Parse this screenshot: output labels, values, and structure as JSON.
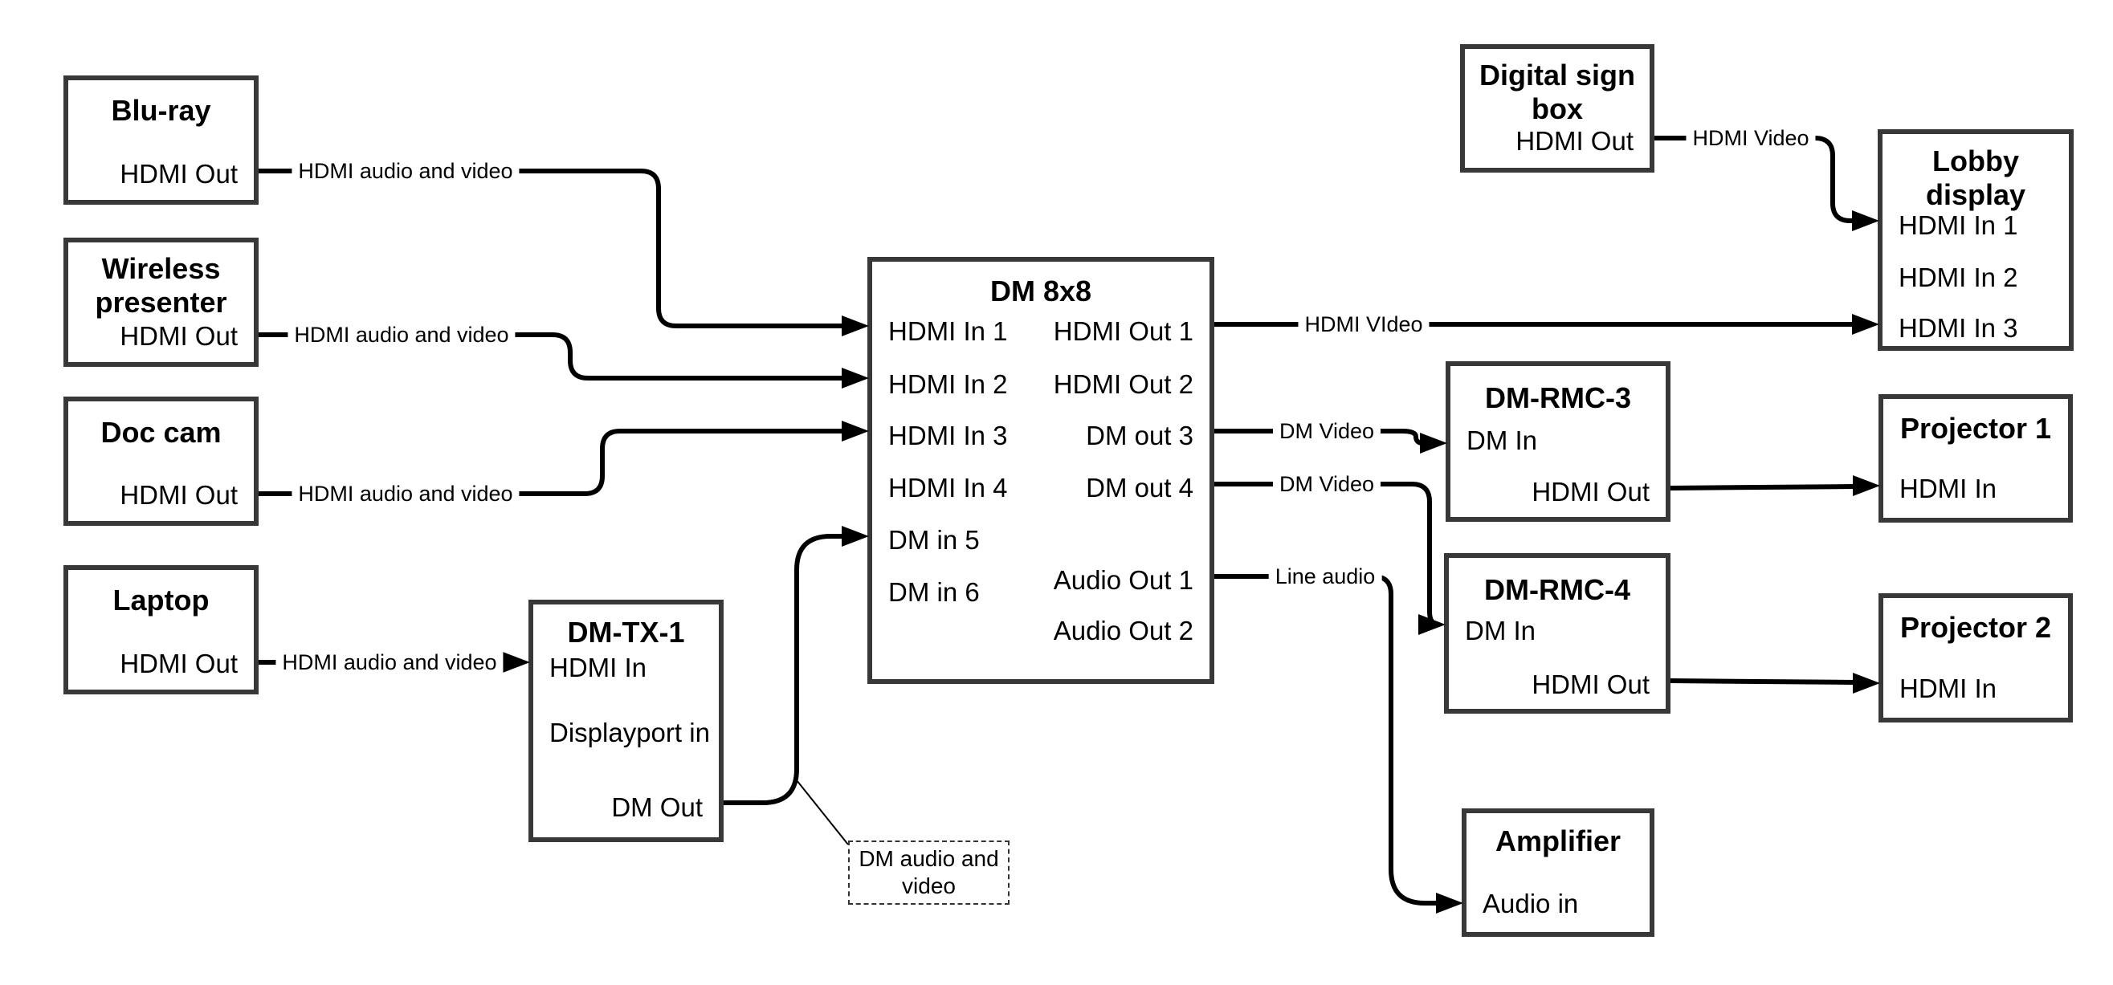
{
  "nodes": {
    "blu_ray": {
      "title": "Blu-ray",
      "port_hdmi_out": "HDMI Out"
    },
    "wireless_presenter": {
      "title": "Wireless presenter",
      "port_hdmi_out": "HDMI Out"
    },
    "doc_cam": {
      "title": "Doc cam",
      "port_hdmi_out": "HDMI Out"
    },
    "laptop": {
      "title": "Laptop",
      "port_hdmi_out": "HDMI Out"
    },
    "dm_tx_1": {
      "title": "DM-TX-1",
      "port_hdmi_in": "HDMI In",
      "port_displayport_in": "Displayport in",
      "port_dm_out": "DM Out"
    },
    "dm_8x8": {
      "title": "DM 8x8",
      "port_hdmi_in_1": "HDMI In 1",
      "port_hdmi_in_2": "HDMI In 2",
      "port_hdmi_in_3": "HDMI In 3",
      "port_hdmi_in_4": "HDMI In 4",
      "port_dm_in_5": "DM in 5",
      "port_dm_in_6": "DM in 6",
      "port_hdmi_out_1": "HDMI Out 1",
      "port_hdmi_out_2": "HDMI Out 2",
      "port_dm_out_3": "DM out 3",
      "port_dm_out_4": "DM out 4",
      "port_audio_out_1": "Audio Out 1",
      "port_audio_out_2": "Audio Out 2"
    },
    "digital_sign_box": {
      "title": "Digital sign box",
      "port_hdmi_out": "HDMI Out"
    },
    "lobby_display": {
      "title": "Lobby display",
      "port_hdmi_in_1": "HDMI In 1",
      "port_hdmi_in_2": "HDMI In 2",
      "port_hdmi_in_3": "HDMI In 3"
    },
    "dm_rmc_3": {
      "title": "DM-RMC-3",
      "port_dm_in": "DM In",
      "port_hdmi_out": "HDMI Out"
    },
    "projector_1": {
      "title": "Projector 1",
      "port_hdmi_in": "HDMI In"
    },
    "dm_rmc_4": {
      "title": "DM-RMC-4",
      "port_dm_in": "DM In",
      "port_hdmi_out": "HDMI Out"
    },
    "projector_2": {
      "title": "Projector 2",
      "port_hdmi_in": "HDMI In"
    },
    "amplifier": {
      "title": "Amplifier",
      "port_audio_in": "Audio in"
    }
  },
  "edge_labels": {
    "blu_ray_to_dm8x8": "HDMI audio and video",
    "wireless_to_dm8x8": "HDMI audio and video",
    "doc_cam_to_dm8x8": "HDMI audio and video",
    "laptop_to_dm_tx_1": "HDMI audio and video",
    "dm8x8_hdmi_out_1_to_lobby": "HDMI VIdeo",
    "dm8x8_dm_out_3_to_rmc3": "DM Video",
    "dm8x8_dm_out_4_to_rmc4": "DM Video",
    "dm8x8_audio_out_1_to_amplifier": "Line audio",
    "digital_sign_to_lobby": "HDMI Video"
  },
  "note": {
    "text": "DM audio and video"
  },
  "colors": {
    "background": "#ffffff",
    "box_border": "#383838",
    "connector": "#000000",
    "text": "#000000"
  }
}
